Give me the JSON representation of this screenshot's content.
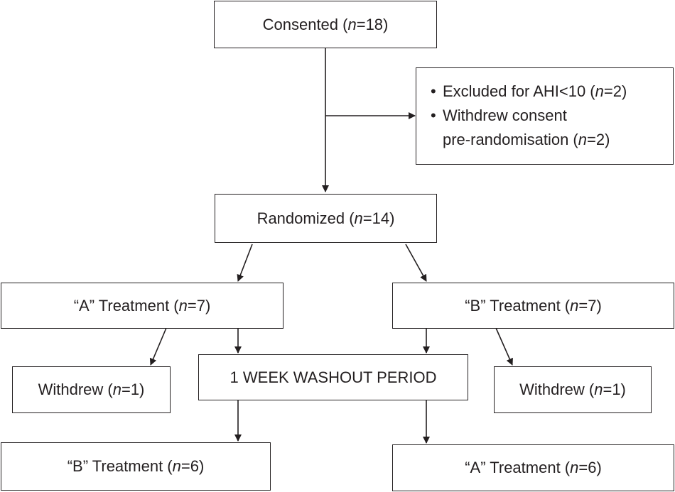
{
  "boxes": {
    "consented": {
      "label": "Consented (",
      "n_symbol": "n",
      "n_value": "=18)"
    },
    "excluded": {
      "bullet": "•",
      "item1": {
        "label": "Excluded for AHI<10 (",
        "n_symbol": "n",
        "n_value": "=2)"
      },
      "item2": {
        "label_line1": "Withdrew consent",
        "label_line2": "pre-randomisation (",
        "n_symbol": "n",
        "n_value": "=2)"
      }
    },
    "randomized": {
      "label": "Randomized (",
      "n_symbol": "n",
      "n_value": "=14)"
    },
    "a_treatment_first": {
      "label": "“A” Treatment (",
      "n_symbol": "n",
      "n_value": "=7)"
    },
    "b_treatment_first": {
      "label": "“B” Treatment (",
      "n_symbol": "n",
      "n_value": "=7)"
    },
    "withdrew_left": {
      "label": "Withdrew (",
      "n_symbol": "n",
      "n_value": "=1)"
    },
    "washout": {
      "label": "1 WEEK WASHOUT PERIOD"
    },
    "withdrew_right": {
      "label": "Withdrew (",
      "n_symbol": "n",
      "n_value": "=1)"
    },
    "b_treatment_second": {
      "label": "“B” Treatment (",
      "n_symbol": "n",
      "n_value": "=6)"
    },
    "a_treatment_second": {
      "label": "“A” Treatment (",
      "n_symbol": "n",
      "n_value": "=6)"
    }
  },
  "colors": {
    "line": "#231f20",
    "background": "#ffffff"
  }
}
